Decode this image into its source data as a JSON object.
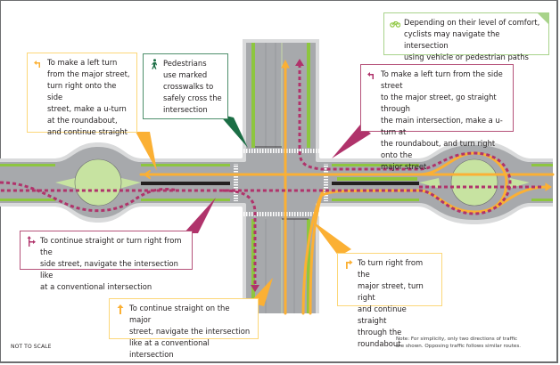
{
  "title": "Median U-turn / roundabout intersection navigation diagram",
  "colors": {
    "yellow_route": "#fbb034",
    "magenta_route": "#b0336b",
    "pedestrian_green": "#1b6e45",
    "bike_green": "#8dc63f",
    "road_gray": "#a7a9ac",
    "island_green": "#c7e3a1",
    "median_green": "#8dc63f"
  },
  "callouts": {
    "left_turn_major": {
      "icon": "left-turn-arrow-icon",
      "text": "To make a left turn\nfrom the major street,\nturn right onto the side\nstreet, make a u-turn\nat the roundabout,\nand continue straight"
    },
    "pedestrians": {
      "icon": "pedestrian-icon",
      "text": "Pedestrians\nuse marked\ncrosswalks to\nsafely cross the\nintersection"
    },
    "cyclists": {
      "icon": "bicycle-icon",
      "text": "Depending on their level of comfort,\ncyclists may navigate the intersection\nusing vehicle or pedestrian paths"
    },
    "left_turn_side": {
      "icon": "left-turn-arrow-icon",
      "text": "To make a left turn from the side street\nto the major street, go straight through\nthe main intersection, make a u-turn at\nthe roundabout, and turn right onto the\nmajor street"
    },
    "straight_right_side": {
      "icon": "straight-right-arrow-icon",
      "text": "To continue straight or turn right from the\nside street, navigate the intersection like\nat a conventional intersection"
    },
    "straight_major": {
      "icon": "straight-arrow-icon",
      "text": "To continue straight on the major\nstreet, navigate the intersection\nlike at a conventional intersection"
    },
    "right_turn_major": {
      "icon": "right-turn-arrow-icon",
      "text": "To turn right from the\nmajor street, turn right\nand continue straight\nthrough the roundabout"
    }
  },
  "footer": {
    "not_to_scale": "NOT TO SCALE",
    "note": "Note: For simplicity, only two directions of traffic\nare shown. Opposing traffic follows similar routes."
  }
}
